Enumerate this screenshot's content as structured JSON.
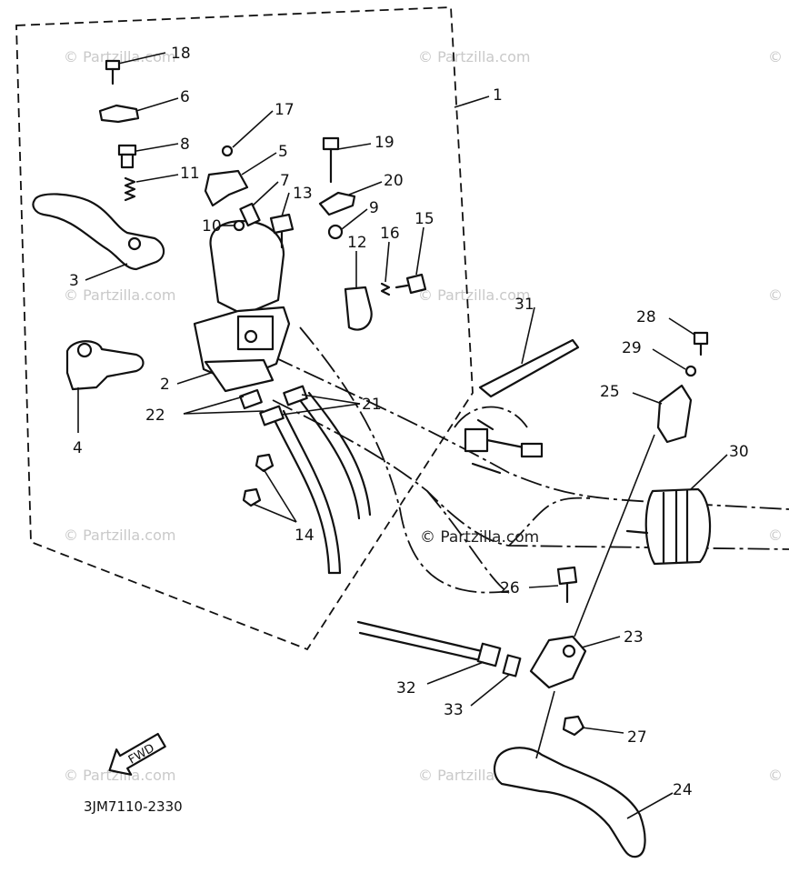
{
  "diagram_code": "3JM7110-2330",
  "watermark_main": "© Partzilla.com",
  "watermark_faint": "© Partzilla.com",
  "fwd_label": "FWD",
  "callouts": {
    "c1": "1",
    "c2": "2",
    "c3": "3",
    "c4": "4",
    "c5": "5",
    "c6": "6",
    "c7": "7",
    "c8": "8",
    "c9": "9",
    "c10": "10",
    "c11": "11",
    "c12": "12",
    "c13": "13",
    "c14": "14",
    "c15": "15",
    "c16": "16",
    "c17": "17",
    "c18": "18",
    "c19": "19",
    "c20": "20",
    "c21": "21",
    "c22": "22",
    "c23": "23",
    "c24": "24",
    "c25": "25",
    "c26": "26",
    "c27": "27",
    "c28": "28",
    "c29": "29",
    "c30": "30",
    "c31": "31",
    "c32": "32",
    "c33": "33"
  }
}
